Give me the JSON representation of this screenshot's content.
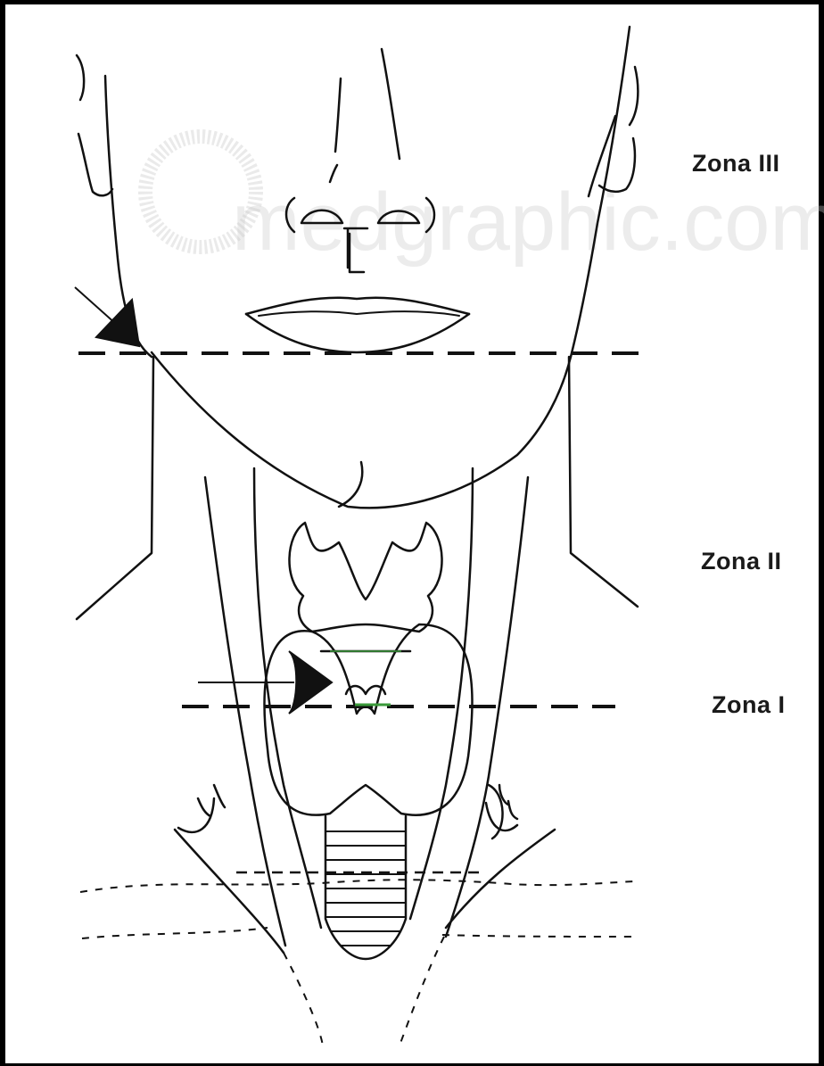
{
  "zones": {
    "zona_iii": "Zona III",
    "zona_ii": "Zona II",
    "zona_i": "Zona I"
  },
  "watermark": "medgraphic.com",
  "colors": {
    "line": "#111111",
    "accent_line": "#3a9a3a",
    "watermark": "#c9c9c9"
  }
}
